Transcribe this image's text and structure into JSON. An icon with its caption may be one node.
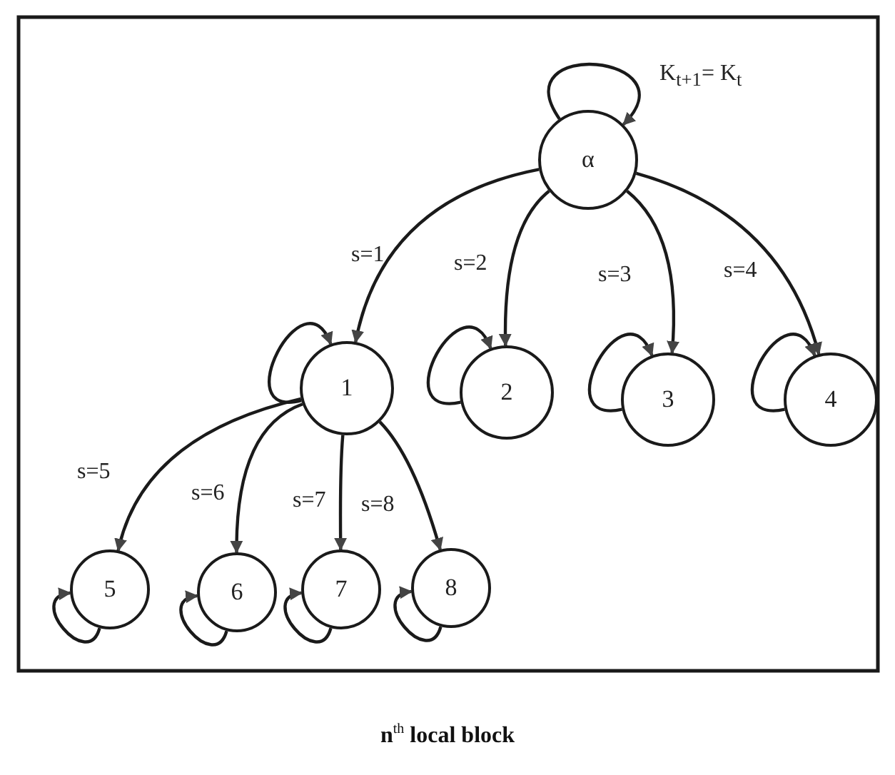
{
  "diagram": {
    "caption": "n$^{th}$ local block",
    "nodes": [
      {
        "text": [
          "α"
        ]
      },
      {
        "text": [
          "1"
        ]
      },
      {
        "text": [
          "2"
        ]
      },
      {
        "text": [
          "3"
        ]
      },
      {
        "text": [
          "4"
        ]
      },
      {
        "text": [
          "5"
        ]
      },
      {
        "text": [
          "6"
        ]
      },
      {
        "text": [
          "7"
        ]
      },
      {
        "text": [
          "8"
        ]
      }
    ],
    "edges": [
      {
        "from": 0,
        "to": 0,
        "arrow": "to",
        "label": "K$_{t+1}$= K$_{t}$"
      },
      {
        "from": 0,
        "to": 1,
        "arrow": "to",
        "label": "s=1"
      },
      {
        "from": 0,
        "to": 2,
        "arrow": "to",
        "label": "s=2"
      },
      {
        "from": 0,
        "to": 3,
        "arrow": "to",
        "label": "s=3"
      },
      {
        "from": 0,
        "to": 4,
        "arrow": "to",
        "label": "s=4"
      },
      {
        "from": 1,
        "to": 1,
        "arrow": "to"
      },
      {
        "from": 2,
        "to": 2,
        "arrow": "to"
      },
      {
        "from": 3,
        "to": 3,
        "arrow": "to"
      },
      {
        "from": 4,
        "to": 4,
        "arrow": "to"
      },
      {
        "from": 1,
        "to": 5,
        "arrow": "to",
        "label": "s=5"
      },
      {
        "from": 1,
        "to": 6,
        "arrow": "to",
        "label": "s=6"
      },
      {
        "from": 1,
        "to": 7,
        "arrow": "to",
        "label": "s=7"
      },
      {
        "from": 1,
        "to": 8,
        "arrow": "to",
        "label": "s=8"
      },
      {
        "from": 5,
        "to": 5,
        "arrow": "to"
      },
      {
        "from": 6,
        "to": 6,
        "arrow": "to"
      },
      {
        "from": 7,
        "to": 7,
        "arrow": "to"
      },
      {
        "from": 8,
        "to": 8,
        "arrow": "to"
      }
    ]
  }
}
